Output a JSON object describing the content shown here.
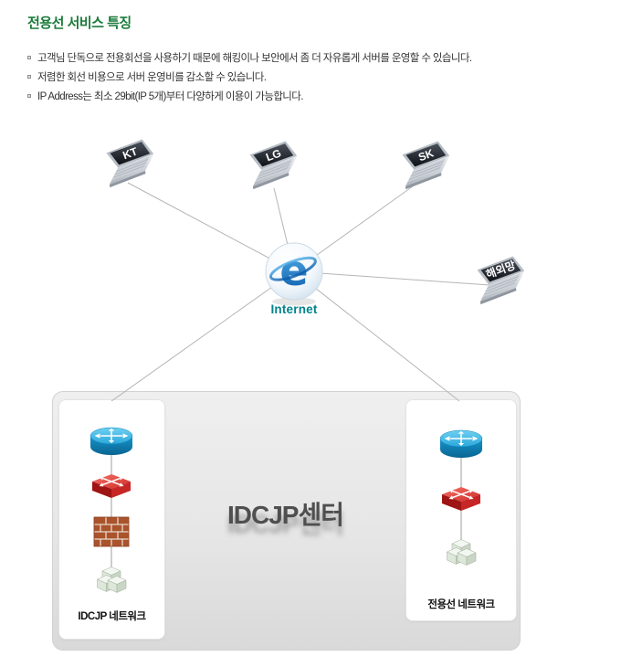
{
  "header": {
    "title": "전용선 서비스 특징"
  },
  "features": [
    "고객님 단독으로 전용회선을 사용하기 때문에 해킹이나 보안에서 좀 더 자유롭게 서버를 운영할 수 있습니다.",
    "저렴한 회선 비용으로 서버 운영비를 감소할 수 있습니다.",
    "IP Address는 최소 29bit(IP 5개)부터 다양하게 이용이 가능합니다."
  ],
  "diagram": {
    "isps": [
      {
        "label": "KT"
      },
      {
        "label": "LG"
      },
      {
        "label": "SK"
      }
    ],
    "overseas_label": "해외망",
    "internet_label": "Internet",
    "internet_glyph": "e",
    "datacenter_label": "IDCJP센터",
    "left_network_label": "IDCJP 네트워크",
    "right_network_label": "전용선 네트워크",
    "colors": {
      "title_green": "#1b7b3a",
      "internet_teal": "#00838c",
      "router_blue": "#1694cc",
      "switch_red": "#cf2b26",
      "firewall_brick": "#aa532c",
      "line_gray": "#b5b5b5"
    }
  }
}
